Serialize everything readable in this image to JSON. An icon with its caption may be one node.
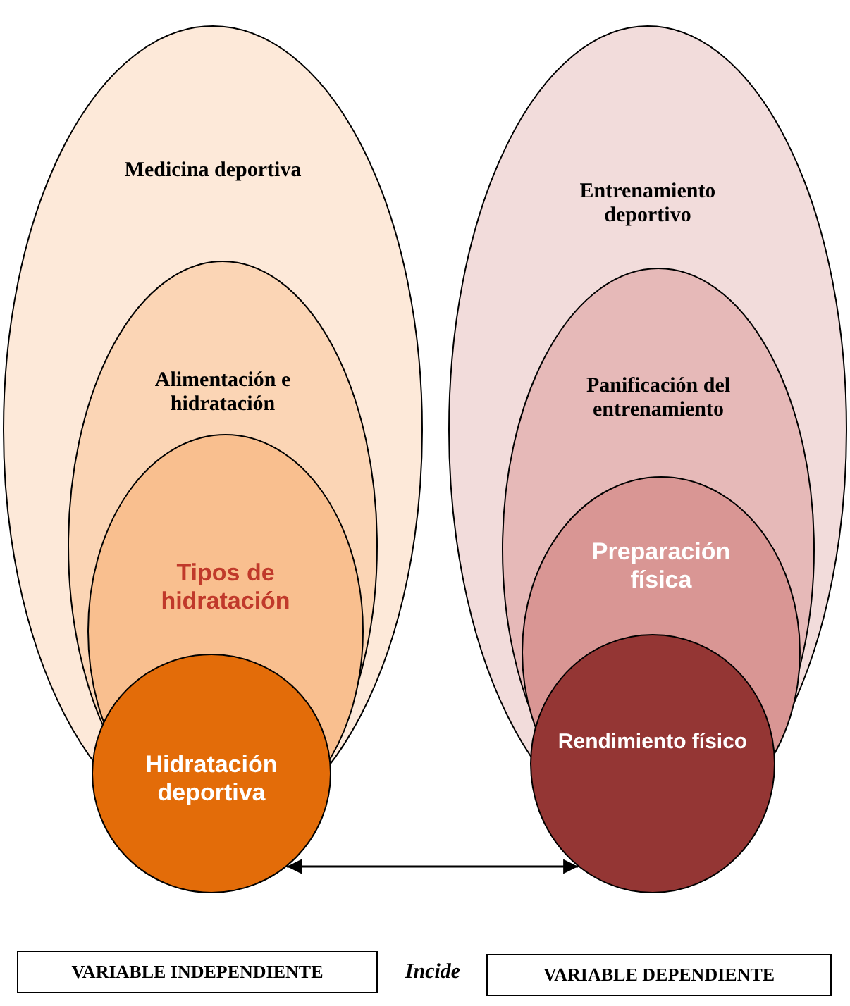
{
  "diagram": {
    "nodes": [
      {
        "text": [
          "Medicina deportiva"
        ]
      },
      {
        "text": [
          "Alimentación e hidratación"
        ],
        "in": 0
      },
      {
        "text": [
          "Tipos de hidratación"
        ],
        "in": 1
      },
      {
        "text": [
          "Hidratación deportiva"
        ]
      },
      {
        "text": [
          "Entrenamiento deportivo"
        ]
      },
      {
        "text": [
          "Panificación del entrenamiento"
        ],
        "in": 4
      },
      {
        "text": [
          "Preparación física"
        ],
        "in": 5
      },
      {
        "text": [
          "Rendimiento físico"
        ]
      },
      {
        "text": [
          "VARIABLE INDEPENDIENTE"
        ]
      },
      {
        "text": [
          "VARIABLE DEPENDIENTE"
        ]
      }
    ],
    "edges": [
      {
        "from": 3,
        "to": 7,
        "arrow": "both"
      }
    ],
    "labels": [
      "Incide"
    ]
  }
}
